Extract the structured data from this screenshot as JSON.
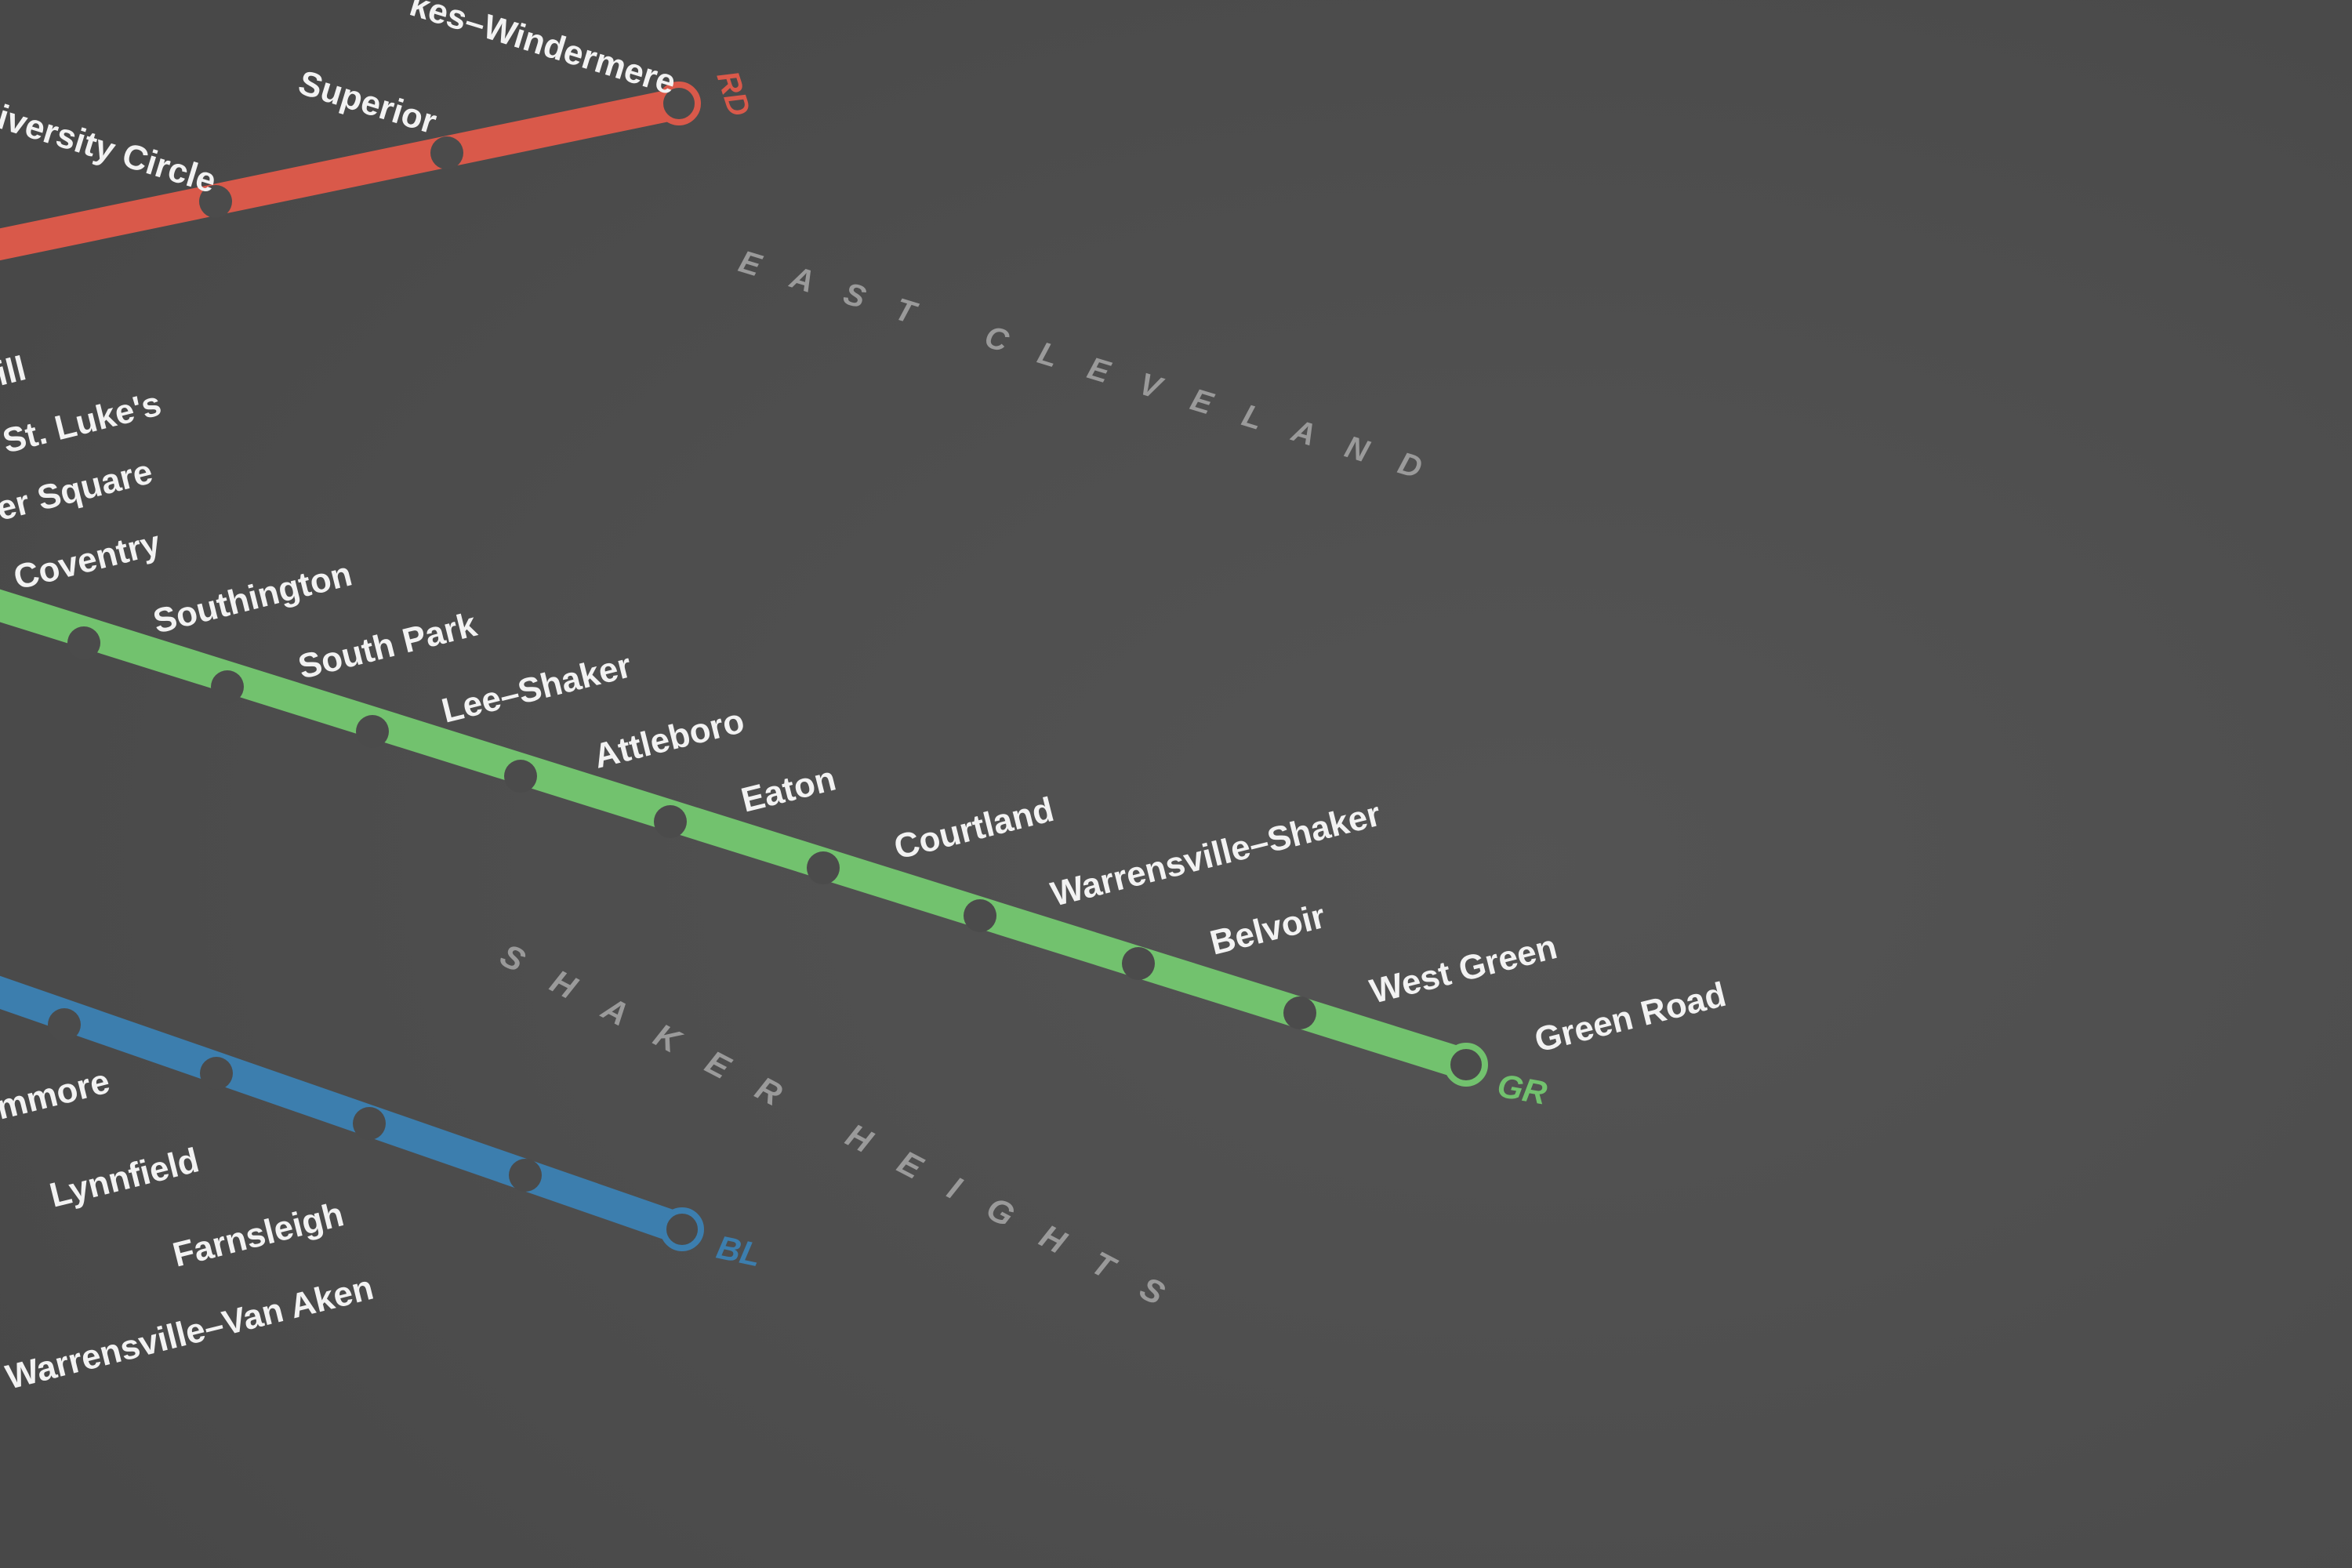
{
  "map": {
    "background": "#505050",
    "station_dot_color": "#4b4b4b",
    "area_label_color": "#9a9a9a",
    "areas": [
      {
        "id": "east-cleveland",
        "text": "EAST CLEVELAND"
      },
      {
        "id": "shaker-heights",
        "text": "SHAKER HEIGHTS"
      }
    ],
    "lines": [
      {
        "id": "red",
        "code": "RD",
        "color": "#d9594a",
        "stations": [
          "University Circle",
          "Superior",
          "Louis Stokes–Windermere"
        ],
        "visible_labels": [
          "iversity Circle",
          "Superior",
          "kes–Windermere"
        ],
        "terminal": "Louis Stokes–Windermere"
      },
      {
        "id": "green",
        "code": "GR",
        "color": "#72c26e",
        "upper_labels": [
          "ill",
          "St. Luke's",
          "er Square",
          "Coventry"
        ],
        "stations": [
          "Southington",
          "South Park",
          "Lee–Shaker",
          "Attleboro",
          "Eaton",
          "Courtland",
          "Warrensville–Shaker",
          "Belvoir",
          "West Green",
          "Green Road"
        ],
        "terminal": "Green Road"
      },
      {
        "id": "blue",
        "code": "BL",
        "color": "#3c7eae",
        "stations": [
          "Drummore",
          "Lynnfield",
          "Farnsleigh",
          "Warrensville–Van Aken"
        ],
        "visible_labels": [
          "mmore",
          "Lynnfield",
          "Farnsleigh",
          "Warrensville–Van Aken"
        ],
        "terminal": "Warrensville–Van Aken"
      }
    ]
  }
}
